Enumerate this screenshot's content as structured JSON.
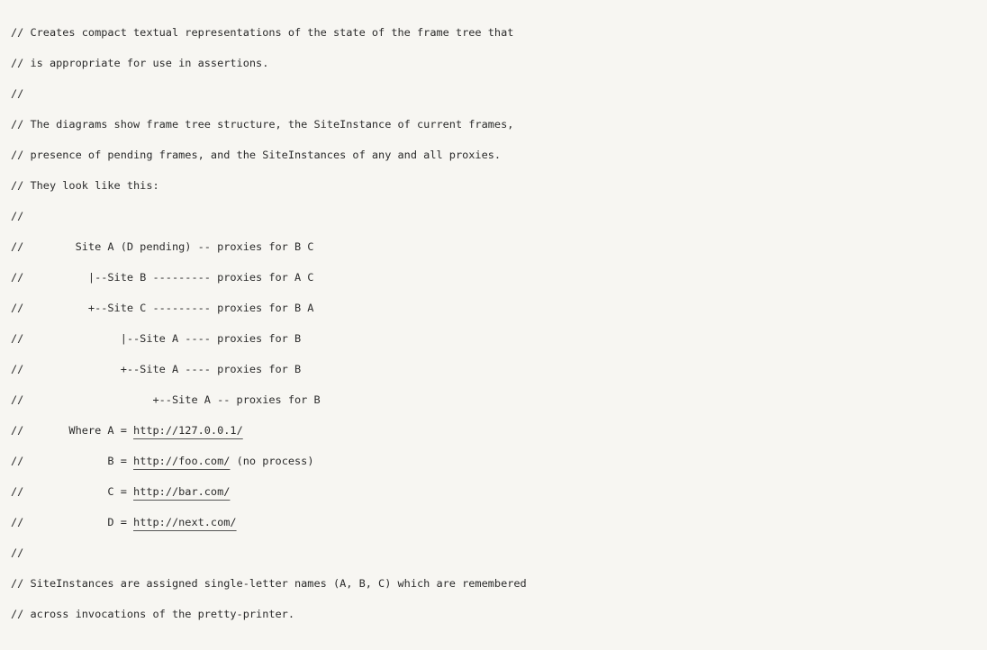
{
  "code": {
    "lines": [
      [
        {
          "t": "// Creates compact textual representations of the state of the frame tree that"
        }
      ],
      [
        {
          "t": "// is appropriate for use in assertions."
        }
      ],
      [
        {
          "t": "//"
        }
      ],
      [
        {
          "t": "// The diagrams show frame tree structure, the SiteInstance of current frames,"
        }
      ],
      [
        {
          "t": "// presence of pending frames, and the SiteInstances of any and all proxies."
        }
      ],
      [
        {
          "t": "// They look like this:"
        }
      ],
      [
        {
          "t": "//"
        }
      ],
      [
        {
          "t": "//        Site A (D pending) -- proxies for B C"
        }
      ],
      [
        {
          "t": "//          |--Site B --------- proxies for A C"
        }
      ],
      [
        {
          "t": "//          +--Site C --------- proxies for B A"
        }
      ],
      [
        {
          "t": "//               |--Site A ---- proxies for B"
        }
      ],
      [
        {
          "t": "//               +--Site A ---- proxies for B"
        }
      ],
      [
        {
          "t": "//                    +--Site A -- proxies for B"
        }
      ],
      [
        {
          "t": "//       Where A = "
        },
        {
          "t": "http://127.0.0.1/",
          "link": true
        }
      ],
      [
        {
          "t": "//             B = "
        },
        {
          "t": "http://foo.com/",
          "link": true
        },
        {
          "t": " (no process)"
        }
      ],
      [
        {
          "t": "//             C = "
        },
        {
          "t": "http://bar.com/",
          "link": true
        }
      ],
      [
        {
          "t": "//             D = "
        },
        {
          "t": "http://next.com/",
          "link": true
        }
      ],
      [
        {
          "t": "//"
        }
      ],
      [
        {
          "t": "// SiteInstances are assigned single-letter names (A, B, C) which are remembered"
        }
      ],
      [
        {
          "t": "// across invocations of the pretty-printer."
        }
      ]
    ]
  }
}
